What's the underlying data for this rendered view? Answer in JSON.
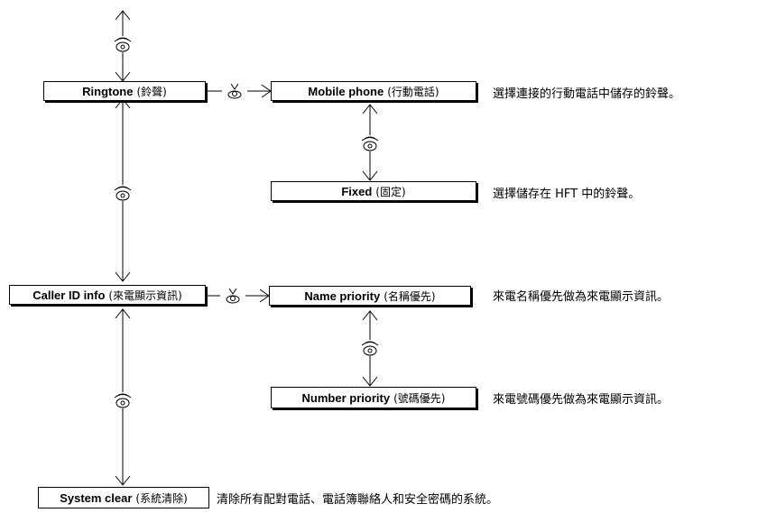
{
  "nodes": {
    "ringtone": {
      "en": "Ringtone",
      "zh": "(鈴聲)"
    },
    "mobile_phone": {
      "en": "Mobile phone",
      "zh": "(行動電話)"
    },
    "fixed": {
      "en": "Fixed",
      "zh": "(固定)"
    },
    "caller_id": {
      "en": "Caller ID info",
      "zh": "(來電顯示資訊)"
    },
    "name_priority": {
      "en": "Name priority",
      "zh": "(名稱優先)"
    },
    "number_priority": {
      "en": "Number priority",
      "zh": "(號碼優先)"
    },
    "system_clear": {
      "en": "System clear",
      "zh": "(系統清除)"
    }
  },
  "descriptions": {
    "mobile_phone": "選擇連接的行動電話中儲存的鈴聲。",
    "fixed": "選擇儲存在 HFT 中的鈴聲。",
    "name_priority": "來電名稱優先做為來電顯示資訊。",
    "number_priority": "來電號碼優先做為來電顯示資訊。",
    "system_clear": "清除所有配對電話、電話簿聯絡人和安全密碼的系統。"
  },
  "icons": {
    "scroll": "rotary-knob-scroll-icon",
    "press": "knob-press-icon"
  }
}
